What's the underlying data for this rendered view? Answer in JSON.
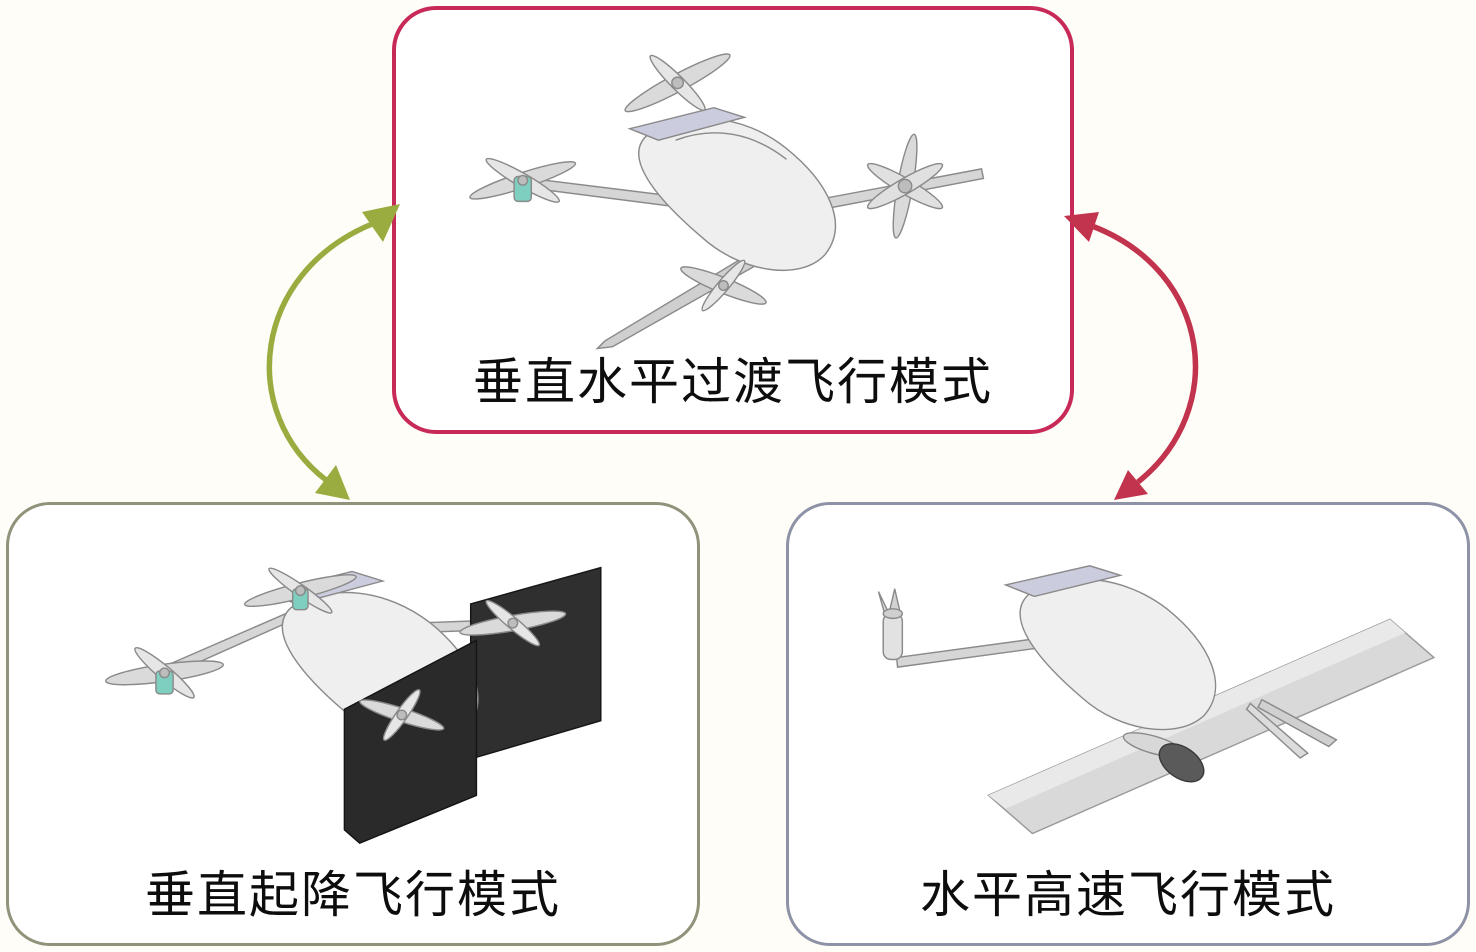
{
  "nodes": {
    "transition": {
      "label": "垂直水平过渡飞行模式",
      "border_color": "#c82a58"
    },
    "vtol": {
      "label": "垂直起降飞行模式",
      "border_color": "#90927a"
    },
    "cruise": {
      "label": "水平高速飞行模式",
      "border_color": "#8d92a6"
    }
  },
  "arrows": {
    "left_cycle": {
      "color": "#9aab3f",
      "from": "transition",
      "to": "vtol"
    },
    "right_cycle": {
      "color": "#c2334d",
      "from": "cruise",
      "to": "transition"
    }
  }
}
